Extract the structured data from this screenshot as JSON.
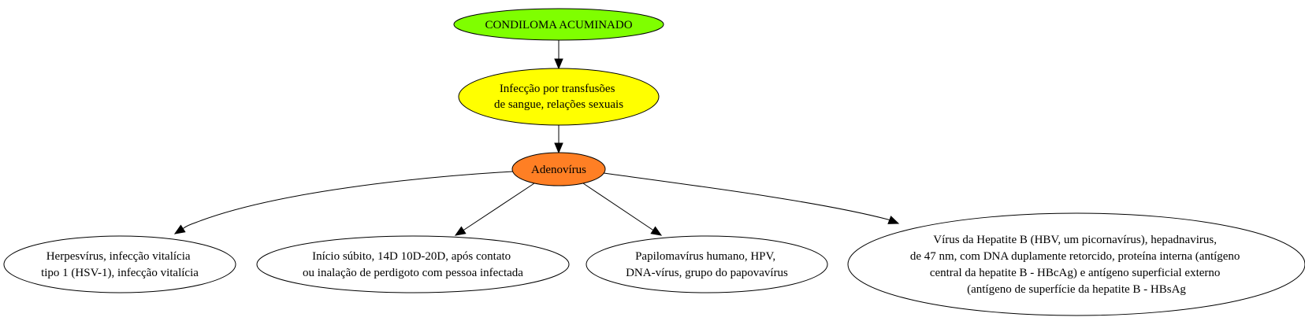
{
  "diagram": {
    "nodes": {
      "root": {
        "lines": [
          "CONDILOMA ACUMINADO"
        ],
        "fill": "#7fff00"
      },
      "transmission": {
        "lines": [
          "Infecção por transfusões",
          "de sangue, relações sexuais"
        ],
        "fill": "#ffff00"
      },
      "agent": {
        "lines": [
          "Adenovírus"
        ],
        "fill": "#ff7f24"
      },
      "herpes": {
        "lines": [
          "Herpesvírus, infecção vitalícia",
          "tipo 1 (HSV-1), infecção vitalícia"
        ],
        "fill": "#ffffff"
      },
      "onset": {
        "lines": [
          "Início súbito, 14D 10D-20D, após contato",
          "ou inalação de perdigoto com pessoa infectada"
        ],
        "fill": "#ffffff"
      },
      "hpv": {
        "lines": [
          "Papilomavírus humano, HPV,",
          "DNA-vírus, grupo do papovavírus"
        ],
        "fill": "#ffffff"
      },
      "hepatitis": {
        "lines": [
          "Vírus da Hepatite B (HBV, um picornavírus), hepadnavirus,",
          "de 47 nm, com DNA duplamente retorcido, proteína interna (antígeno",
          "central da hepatite B - HBcAg) e antígeno superficial externo",
          "(antígeno de superfície da hepatite B - HBsAg"
        ],
        "fill": "#ffffff"
      }
    },
    "edges": [
      {
        "from": "root",
        "to": "transmission"
      },
      {
        "from": "transmission",
        "to": "agent"
      },
      {
        "from": "agent",
        "to": "herpes"
      },
      {
        "from": "agent",
        "to": "onset"
      },
      {
        "from": "agent",
        "to": "hpv"
      },
      {
        "from": "agent",
        "to": "hepatitis"
      }
    ]
  }
}
